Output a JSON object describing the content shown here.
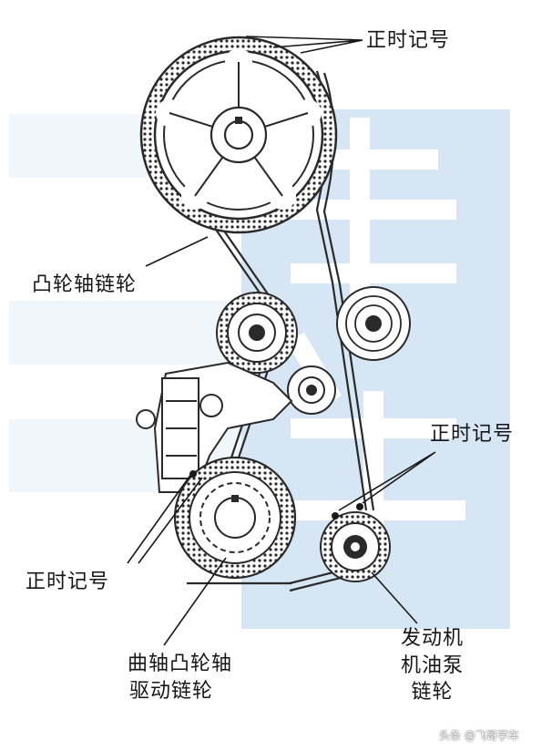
{
  "labels": {
    "timing_mark_top": "正时记号",
    "camshaft_sprocket": "凸轮轴链轮",
    "timing_mark_right": "正时记号",
    "timing_mark_left": "正时记号",
    "crank_drive_sprocket_line1": "曲轴凸轮轴",
    "crank_drive_sprocket_line2": "驱动链轮",
    "oil_pump_sprocket_line1": "发动机",
    "oil_pump_sprocket_line2": "机油泵",
    "oil_pump_sprocket_line3": "链轮"
  },
  "watermark": {
    "text": "头条 @飞哥学车"
  },
  "colors": {
    "line": "#2a2a2a",
    "background_block": "#d7e6f4",
    "background": "#ffffff"
  }
}
